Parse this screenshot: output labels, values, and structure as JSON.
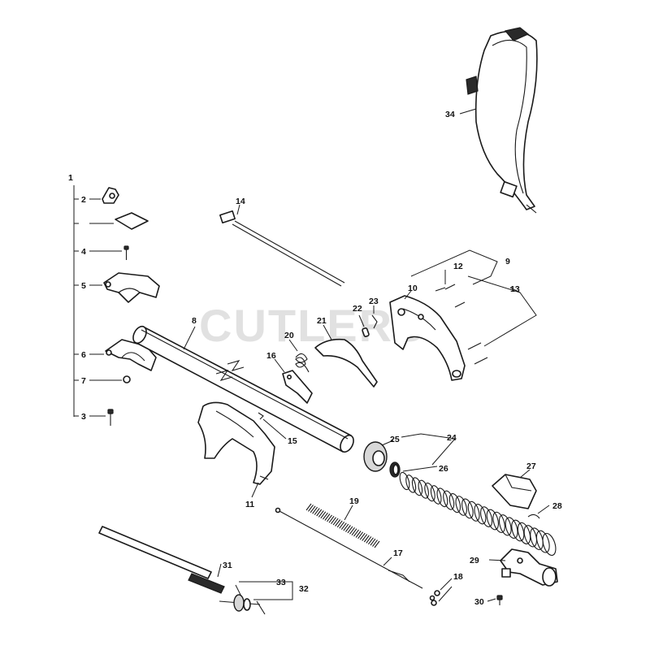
{
  "watermark": "CUTLERS",
  "callouts": {
    "c1": "1",
    "c2": "2",
    "c3": "3",
    "c4": "4",
    "c5": "5",
    "c6": "6",
    "c7": "7",
    "c8": "8",
    "c9": "9",
    "c10": "10",
    "c11": "11",
    "c12": "12",
    "c13": "13",
    "c14": "14",
    "c15": "15",
    "c16": "16",
    "c17": "17",
    "c18": "18",
    "c19": "19",
    "c20": "20",
    "c21": "21",
    "c22": "22",
    "c23": "23",
    "c24": "24",
    "c25": "25",
    "c26": "26",
    "c27": "27",
    "c28": "28",
    "c29": "29",
    "c30": "30",
    "c31": "31",
    "c32": "32",
    "c33": "33",
    "c34": "34"
  },
  "colors": {
    "ink": "#1a1a1a",
    "watermark": "#c9c9c9",
    "background": "#ffffff"
  }
}
